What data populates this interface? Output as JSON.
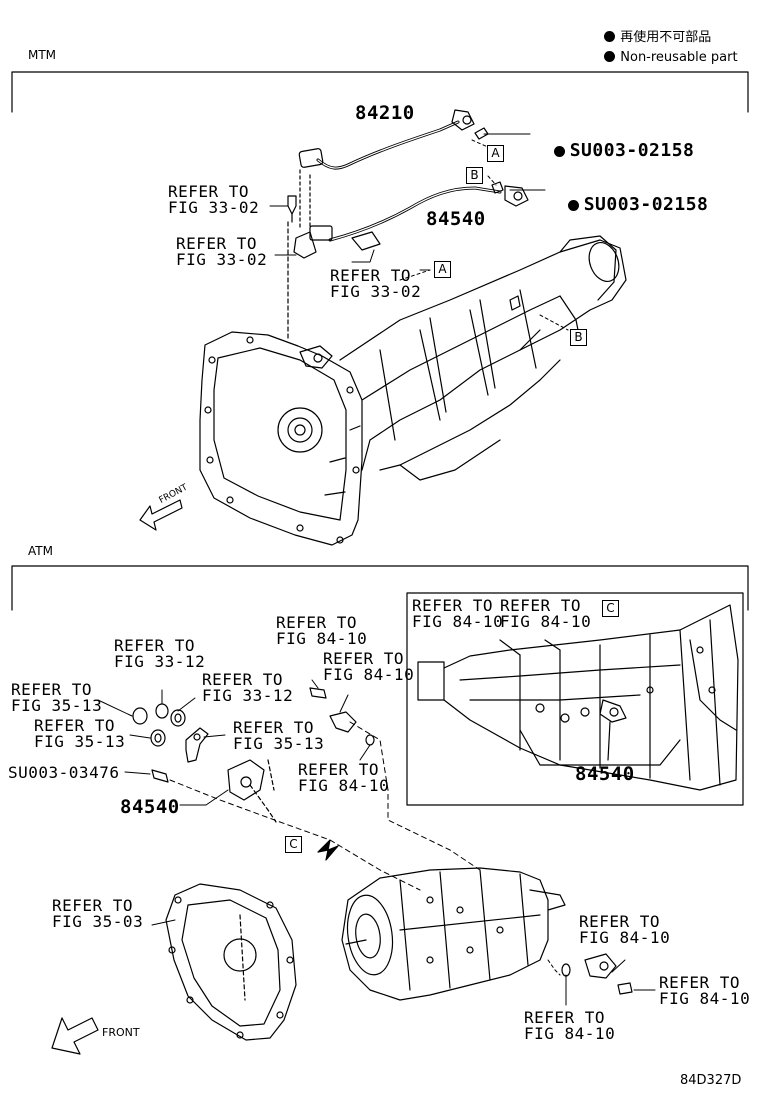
{
  "legend": {
    "line1": "再使用不可部品",
    "line2": "Non-reusable part"
  },
  "sections": {
    "mtm": "MTM",
    "atm": "ATM"
  },
  "mtm": {
    "part_84210": "84210",
    "part_84540": "84540",
    "clip_a": "SU003-02158",
    "clip_b": "SU003-02158",
    "ref_bolt": [
      "REFER TO",
      "FIG 33-02"
    ],
    "ref_bracket": [
      "REFER TO",
      "FIG 33-02"
    ],
    "ref_clamp": [
      "REFER TO",
      "FIG 33-02"
    ],
    "tag_a_top": "A",
    "tag_b_top": "B",
    "tag_a_body": "A",
    "tag_b_body": "B",
    "front": "FRONT"
  },
  "atm": {
    "ref_33_12_a": [
      "REFER TO",
      "FIG 33-12"
    ],
    "ref_33_12_b": [
      "REFER TO",
      "FIG 33-12"
    ],
    "ref_35_13_a": [
      "REFER TO",
      "FIG 35-13"
    ],
    "ref_35_13_b": [
      "REFER TO",
      "FIG 35-13"
    ],
    "ref_35_13_c": [
      "REFER TO",
      "FIG 35-13"
    ],
    "ref_84_10_a": [
      "REFER TO",
      "FIG 84-10"
    ],
    "ref_84_10_b": [
      "REFER TO",
      "FIG 84-10"
    ],
    "ref_84_10_c": [
      "REFER TO",
      "FIG 84-10"
    ],
    "ref_35_03": [
      "REFER TO",
      "FIG 35-03"
    ],
    "ref_84_10_r1": [
      "REFER TO",
      "FIG 84-10"
    ],
    "ref_84_10_r2": [
      "REFER TO",
      "FIG 84-10"
    ],
    "ref_84_10_r3": [
      "REFER TO",
      "FIG 84-10"
    ],
    "bolt_part": "SU003-03476",
    "part_84540": "84540",
    "tag_c": "C",
    "front": "FRONT",
    "inset": {
      "ref_left": [
        "REFER TO",
        "FIG 84-10"
      ],
      "ref_right": [
        "REFER TO",
        "FIG 84-10"
      ],
      "tag_c": "C",
      "part_84540": "84540"
    }
  },
  "figure_code": "84D327D"
}
